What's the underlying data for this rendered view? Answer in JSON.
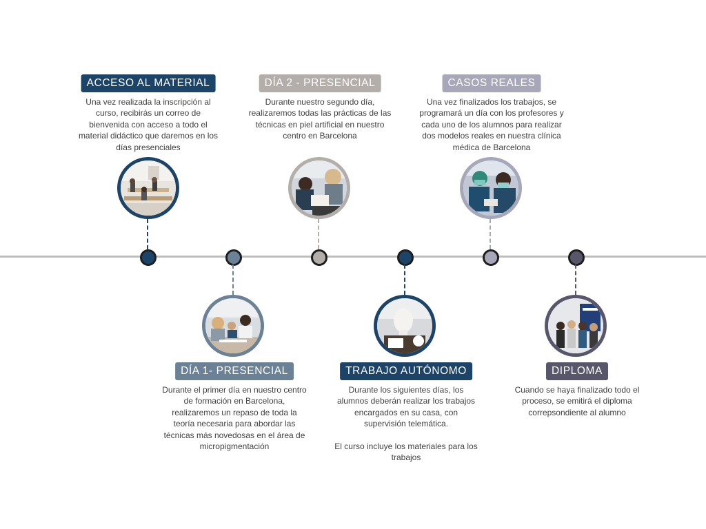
{
  "colors": {
    "navy": "#1c4468",
    "slate": "#6b8195",
    "beige": "#b4aeaa",
    "lilac": "#a7a7ba",
    "charcoal": "#58566b",
    "line": "#bdbdbd"
  },
  "steps": [
    {
      "title": "ACCESO AL MATERIAL",
      "description": "Una vez realizada la inscripción al curso, recibirás un correo de bienvenida con acceso a todo el material didáctico que daremos en los días presenciales",
      "photo": "classroom-photo"
    },
    {
      "title": "DÍA 1- PRESENCIAL",
      "description": "Durante el primer día en nuestro centro de formación en Barcelona, realizaremos un repaso de toda la teoría necesaria para abordar las técnicas más novedosas en el área de micropigmentación",
      "photo": "training-group-photo"
    },
    {
      "title": "DÍA 2 - PRESENCIAL",
      "description": "Durante nuestro segundo día, realizaremos todas las prácticas de las técnicas en piel artificial en nuestro centro en Barcelona",
      "photo": "practice-photo"
    },
    {
      "title": "TRABAJO AUTÓNOMO",
      "description": "Durante los siguientes días, los alumnos deberán realizar los trabajos encargados en su casa, con supervisión telemática.",
      "description_extra": "El curso incluye los materiales para los trabajos",
      "photo": "mannequin-head-photo"
    },
    {
      "title": "CASOS REALES",
      "description": "Una vez finalizados los trabajos, se programará un día con los profesores y cada uno de los alumnos para realizar dos modelos reales en nuestra clínica médica de Barcelona",
      "photo": "clinic-photo"
    },
    {
      "title": "DIPLOMA",
      "description": "Cuando se haya finalizado todo el proceso, se emitirá el diploma correpsondiente al alumno",
      "photo": "graduation-photo"
    }
  ]
}
